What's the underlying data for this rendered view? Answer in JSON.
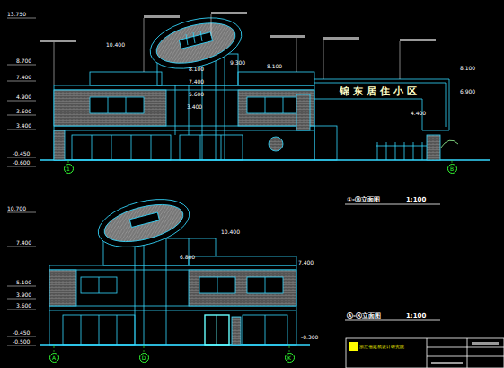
{
  "diagram": {
    "nodes": [
      {
        "text": [
          "1"
        ]
      },
      {
        "text": [
          "B"
        ]
      },
      {
        "text": [
          "A"
        ]
      },
      {
        "text": [
          "D"
        ]
      },
      {
        "text": [
          "K"
        ]
      }
    ],
    "labels": [
      "13.750",
      "8.700",
      "7.400",
      "4.900",
      "3.600",
      "3.400",
      "-0.450",
      "-0.600",
      "10.400",
      "8.100",
      "7.400",
      "5.600",
      "3.400",
      "9.300",
      "8.100",
      "8.100",
      "6.900",
      "4.400",
      "锦东居住小区",
      "①-Ⓑ立面图",
      "1:100",
      "10.700",
      "10.400",
      "7.400",
      "6.800",
      "7.400",
      "5.100",
      "3.900",
      "3.600",
      "-0.450",
      "-0.500",
      "-0.300",
      "Ⓐ-Ⓚ立面图",
      "1:100",
      "浙江省建筑设计研究院"
    ]
  }
}
